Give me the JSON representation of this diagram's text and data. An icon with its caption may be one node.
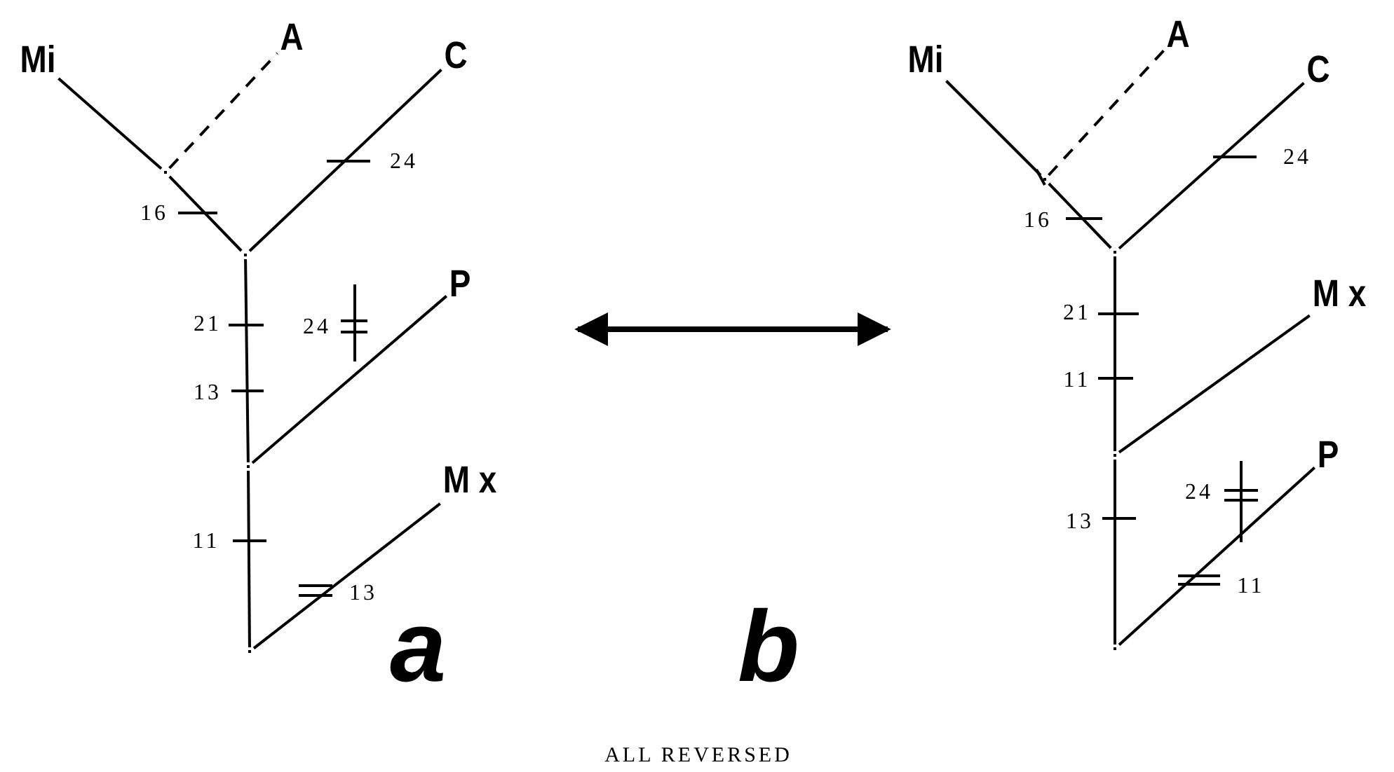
{
  "diagram": {
    "caption": "ALL REVERSED",
    "nodes": [
      {
        "text": [
          "Mi"
        ]
      },
      {
        "text": [
          "A"
        ]
      },
      {
        "text": [
          "C"
        ]
      },
      {
        "text": [
          "P"
        ]
      },
      {
        "text": [
          "M x"
        ]
      },
      {
        "text": [],
        "shape": "point"
      },
      {
        "text": [],
        "shape": "point"
      },
      {
        "text": [],
        "shape": "point"
      },
      {
        "text": [],
        "shape": "point"
      },
      {
        "text": [
          "Mi"
        ]
      },
      {
        "text": [
          "A"
        ]
      },
      {
        "text": [
          "C"
        ]
      },
      {
        "text": [
          "M x"
        ]
      },
      {
        "text": [
          "P"
        ]
      },
      {
        "text": [],
        "shape": "point"
      },
      {
        "text": [],
        "shape": "point"
      },
      {
        "text": [],
        "shape": "point"
      },
      {
        "text": [],
        "shape": "point"
      }
    ],
    "edges": [
      {
        "from": 0,
        "to": 6,
        "arrow": "none"
      },
      {
        "from": 6,
        "to": 5,
        "arrow": "none"
      },
      {
        "from": 6,
        "to": 1,
        "arrow": "none",
        "style": "dashed"
      },
      {
        "from": 5,
        "to": 2,
        "arrow": "none"
      },
      {
        "from": 5,
        "to": 7,
        "arrow": "none"
      },
      {
        "from": 7,
        "to": 3,
        "arrow": "none"
      },
      {
        "from": 7,
        "to": 8,
        "arrow": "none"
      },
      {
        "from": 8,
        "to": 4,
        "arrow": "none"
      },
      {
        "from": 9,
        "to": 15,
        "arrow": "none"
      },
      {
        "from": 15,
        "to": 14,
        "arrow": "none"
      },
      {
        "from": 15,
        "to": 10,
        "arrow": "none",
        "style": "dashed"
      },
      {
        "from": 14,
        "to": 11,
        "arrow": "none"
      },
      {
        "from": 14,
        "to": 16,
        "arrow": "none"
      },
      {
        "from": 16,
        "to": 12,
        "arrow": "none"
      },
      {
        "from": 16,
        "to": 17,
        "arrow": "none"
      },
      {
        "from": 17,
        "to": 13,
        "arrow": "none"
      }
    ],
    "labels": [
      "16",
      "24",
      "21",
      "24",
      "13",
      "11",
      "13",
      "a",
      "16",
      "24",
      "21",
      "11",
      "24",
      "13",
      "11",
      "b"
    ]
  }
}
